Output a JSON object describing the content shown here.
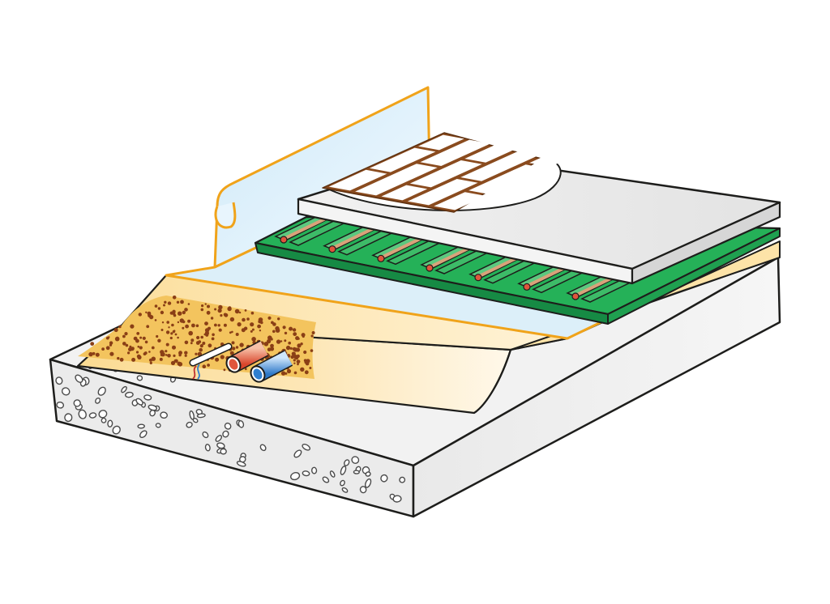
{
  "diagram": {
    "layers": [
      {
        "id": "concrete-slab",
        "color": "#ebebeb",
        "stroke": "#1d1d1b"
      },
      {
        "id": "screed-fill",
        "color": "#fbdf9e",
        "stroke": "#1d1d1b"
      },
      {
        "id": "edge-insulation-strip",
        "color": "#d9eefa",
        "stroke": "#f0a31a"
      },
      {
        "id": "green-heating-panel",
        "color": "#1aa850",
        "stroke": "#1d1d1b"
      },
      {
        "id": "floor-board",
        "color": "#e9e9e9",
        "stroke": "#1d1d1b"
      },
      {
        "id": "parquet-planks",
        "color": "#ffffff",
        "stroke": "#8a4b1e"
      }
    ],
    "pipes": [
      {
        "id": "hot-water-pipe",
        "color": "#e0553c"
      },
      {
        "id": "cold-water-pipe",
        "color": "#2f7fd0"
      },
      {
        "id": "electric-cable",
        "color": "#c03030"
      }
    ]
  }
}
